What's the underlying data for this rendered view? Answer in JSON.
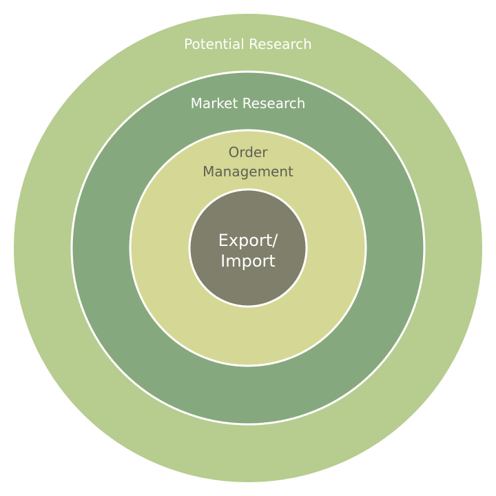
{
  "rings": [
    {
      "label": "Potential Research",
      "fill": "#b7cc8f",
      "text_color": "#ffffff"
    },
    {
      "label": "Market Research",
      "fill": "#86a87e",
      "text_color": "#ffffff"
    },
    {
      "label_lines": [
        "Order",
        "Management"
      ],
      "fill": "#d4d894",
      "text_color": "#5f5f55"
    },
    {
      "label_lines": [
        "Export/",
        "Import"
      ],
      "fill": "#7f7f6c",
      "text_color": "#ffffff"
    }
  ],
  "stroke_color": "#ffffff"
}
